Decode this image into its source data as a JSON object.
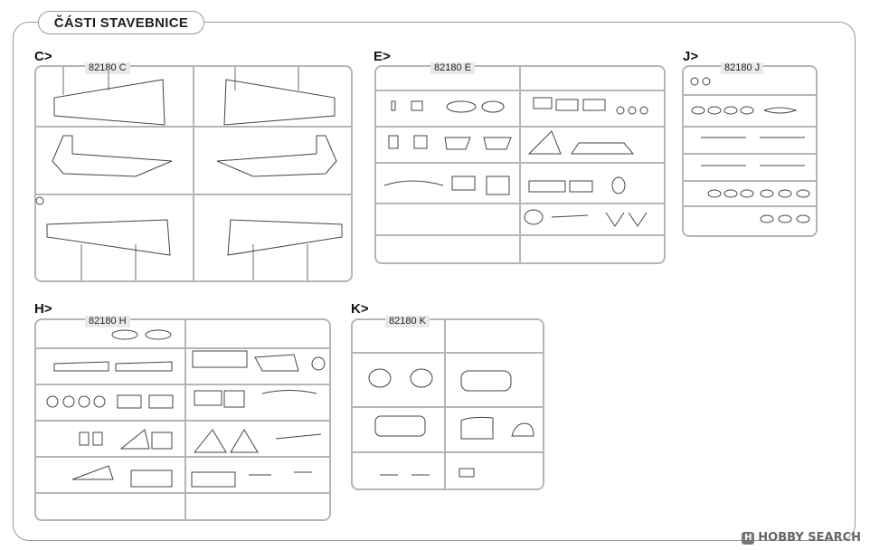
{
  "header": {
    "title": "ČÁSTI STAVEBNICE"
  },
  "sections": [
    {
      "id": "C",
      "label": "C>",
      "code": "82180 C"
    },
    {
      "id": "E",
      "label": "E>",
      "code": "82180 E"
    },
    {
      "id": "J",
      "label": "J>",
      "code": "82180 J"
    },
    {
      "id": "H",
      "label": "H>",
      "code": "82180 H"
    },
    {
      "id": "K",
      "label": "K>",
      "code": "82180 K"
    }
  ],
  "watermark": {
    "text": "HOBBY SEARCH",
    "logo_icon": "hobby-search-logo-icon"
  },
  "colors": {
    "sprue": "#b5b5b5",
    "frame": "#9a9a9a",
    "part": "#444444"
  }
}
